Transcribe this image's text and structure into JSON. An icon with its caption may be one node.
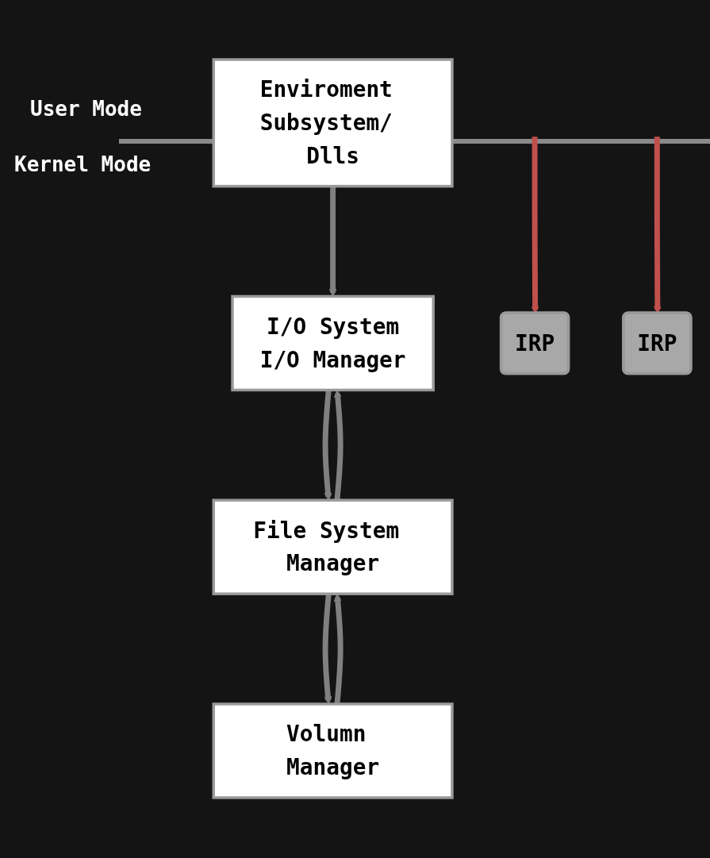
{
  "diagram": {
    "nodes": [
      {
        "text": [
          "Enviroment Subsystem/ Dlls"
        ]
      },
      {
        "text": [
          "I/O System",
          "I/O Manager"
        ]
      },
      {
        "text": [
          "IRP"
        ]
      },
      {
        "text": [
          "File System Manager"
        ]
      },
      {
        "text": [
          "IRP"
        ]
      },
      {
        "text": [
          "Volumn Manager"
        ]
      }
    ],
    "edges": [
      {
        "from": 0,
        "to": 1,
        "arrow": "to"
      },
      {
        "from": 1,
        "to": 3,
        "arrow": "to"
      },
      {
        "from": 3,
        "to": 1,
        "arrow": "to"
      },
      {
        "from": null,
        "to": 2,
        "arrow": "to",
        "color": "#c0504d"
      },
      {
        "from": 3,
        "to": 5,
        "arrow": "to"
      },
      {
        "from": 5,
        "to": 3,
        "arrow": "to"
      },
      {
        "from": null,
        "to": 4,
        "arrow": "to",
        "color": "#c0504d"
      }
    ],
    "labels": [
      "User Mode",
      "Kernel Mode"
    ]
  }
}
